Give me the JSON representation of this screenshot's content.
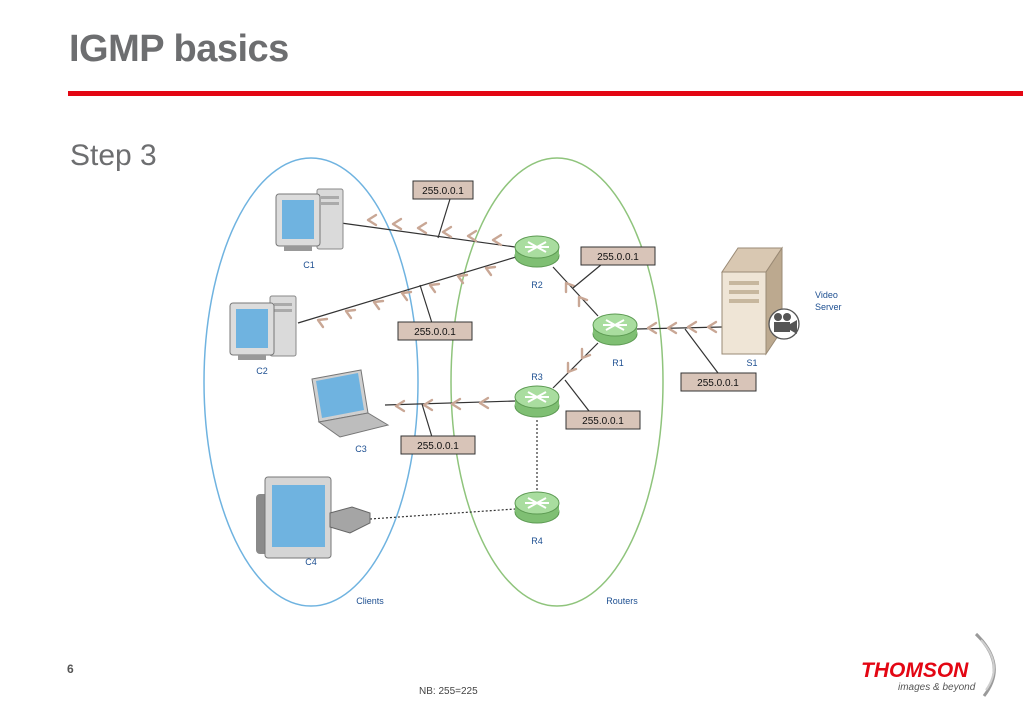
{
  "slide": {
    "title": "IGMP basics",
    "step": "Step 3",
    "page_number": "6",
    "footnote": "NB: 255=225"
  },
  "groups": {
    "clients": "Clients",
    "routers": "Routers"
  },
  "nodes": {
    "c1": "C1",
    "c2": "C2",
    "c3": "C3",
    "c4": "C4",
    "r1": "R1",
    "r2": "R2",
    "r3": "R3",
    "r4": "R4",
    "s1": "S1",
    "server_line1": "Video",
    "server_line2": "Server"
  },
  "group_address_tags": [
    "255.0.0.1",
    "255.0.0.1",
    "255.0.0.1",
    "255.0.0.1",
    "255.0.0.1",
    "255.0.0.1"
  ],
  "logo": {
    "brand": "THOMSON",
    "tagline": "images & beyond"
  },
  "colors": {
    "accent_red": "#e30613",
    "clients_ellipse": "#6fb3e0",
    "routers_ellipse": "#8fc47c",
    "router_fill": "#a9dd9f",
    "arrow": "#c9a795",
    "tag_fill": "#d8c4b8",
    "node_label": "#1d4f91"
  }
}
